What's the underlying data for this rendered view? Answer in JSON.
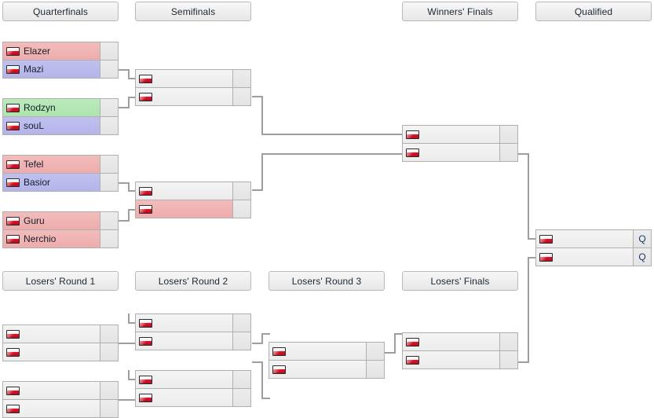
{
  "title": "Tournament Bracket",
  "colors": {
    "loss_tint": "#efb0b0",
    "advance_tint": "#b7b7ea",
    "win_tint": "#aee4ae",
    "neutral": "#f0f0f0",
    "border": "#b0b0b0",
    "connector": "#9e9e9e",
    "header_bg": "#ededed"
  },
  "headers": {
    "quarterfinals": "Quarterfinals",
    "semifinals": "Semifinals",
    "winners_finals": "Winners' Finals",
    "qualified": "Qualified",
    "losers_round_1": "Losers' Round 1",
    "losers_round_2": "Losers' Round 2",
    "losers_round_3": "Losers' Round 3",
    "losers_finals": "Losers' Finals"
  },
  "flag_icon": "poland-flag-icon",
  "qualified_badge": "Q",
  "matches": {
    "qf": [
      {
        "id": "qf1",
        "players": [
          {
            "name": "Elazer",
            "score": "",
            "state": "loss"
          },
          {
            "name": "Mazi",
            "score": "",
            "state": "advance"
          }
        ]
      },
      {
        "id": "qf2",
        "players": [
          {
            "name": "Rodzyn",
            "score": "",
            "state": "win"
          },
          {
            "name": "souL",
            "score": "",
            "state": "advance"
          }
        ]
      },
      {
        "id": "qf3",
        "players": [
          {
            "name": "Tefel",
            "score": "",
            "state": "loss"
          },
          {
            "name": "Basior",
            "score": "",
            "state": "advance"
          }
        ]
      },
      {
        "id": "qf4",
        "players": [
          {
            "name": "Guru",
            "score": "",
            "state": "loss"
          },
          {
            "name": "Nerchio",
            "score": "",
            "state": "loss"
          }
        ]
      }
    ],
    "sf": [
      {
        "id": "sf1",
        "players": [
          {
            "name": "",
            "score": "",
            "state": "neutral"
          },
          {
            "name": "",
            "score": "",
            "state": "neutral"
          }
        ]
      },
      {
        "id": "sf2",
        "players": [
          {
            "name": "",
            "score": "",
            "state": "neutral"
          },
          {
            "name": "",
            "score": "",
            "state": "loss"
          }
        ]
      }
    ],
    "wf": [
      {
        "id": "wf1",
        "players": [
          {
            "name": "",
            "score": "",
            "state": "neutral"
          },
          {
            "name": "",
            "score": "",
            "state": "neutral"
          }
        ]
      }
    ],
    "qualified": [
      {
        "id": "q1",
        "players": [
          {
            "name": "",
            "score": "Q",
            "state": "neutral"
          },
          {
            "name": "",
            "score": "Q",
            "state": "neutral"
          }
        ]
      }
    ],
    "lr1": [
      {
        "id": "lr1a",
        "players": [
          {
            "name": "",
            "score": "",
            "state": "neutral"
          },
          {
            "name": "",
            "score": "",
            "state": "neutral"
          }
        ]
      },
      {
        "id": "lr1b",
        "players": [
          {
            "name": "",
            "score": "",
            "state": "neutral"
          },
          {
            "name": "",
            "score": "",
            "state": "neutral"
          }
        ]
      }
    ],
    "lr2": [
      {
        "id": "lr2a",
        "players": [
          {
            "name": "",
            "score": "",
            "state": "neutral"
          },
          {
            "name": "",
            "score": "",
            "state": "neutral"
          }
        ]
      },
      {
        "id": "lr2b",
        "players": [
          {
            "name": "",
            "score": "",
            "state": "neutral"
          },
          {
            "name": "",
            "score": "",
            "state": "neutral"
          }
        ]
      }
    ],
    "lr3": [
      {
        "id": "lr3a",
        "players": [
          {
            "name": "",
            "score": "",
            "state": "neutral"
          },
          {
            "name": "",
            "score": "",
            "state": "neutral"
          }
        ]
      }
    ],
    "lf": [
      {
        "id": "lf1",
        "players": [
          {
            "name": "",
            "score": "",
            "state": "neutral"
          },
          {
            "name": "",
            "score": "",
            "state": "neutral"
          }
        ]
      }
    ]
  }
}
